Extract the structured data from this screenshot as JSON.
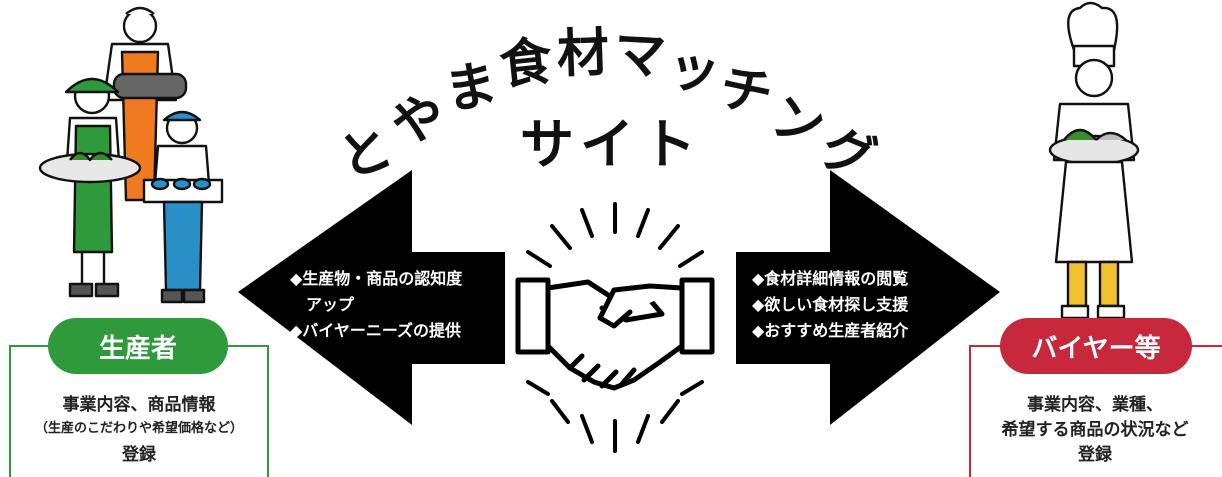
{
  "title": {
    "line1": [
      "と",
      "や",
      "ま",
      "食",
      "材",
      "マ",
      "ッ",
      "チ",
      "ン",
      "グ"
    ],
    "line2": [
      "サ",
      "イ",
      "ト"
    ]
  },
  "left_arrow": {
    "lines": [
      "◆生産物・商品の認知度",
      "　アップ",
      "◆バイヤーニーズの提供"
    ]
  },
  "right_arrow": {
    "lines": [
      "◆食材詳細情報の閲覧",
      "◆欲しい食材探し支援",
      "◆おすすめ生産者紹介"
    ]
  },
  "producer": {
    "label": "生産者",
    "label_color": "#2e9a3c",
    "line1": "事業内容、商品情報",
    "line2": "（生産のこだわりや希望価格など）",
    "line3": "登録"
  },
  "buyer": {
    "label": "バイヤー等",
    "label_color": "#c8283c",
    "line1": "事業内容、業種、",
    "line2": "希望する商品の状況など",
    "line3": "登録"
  }
}
